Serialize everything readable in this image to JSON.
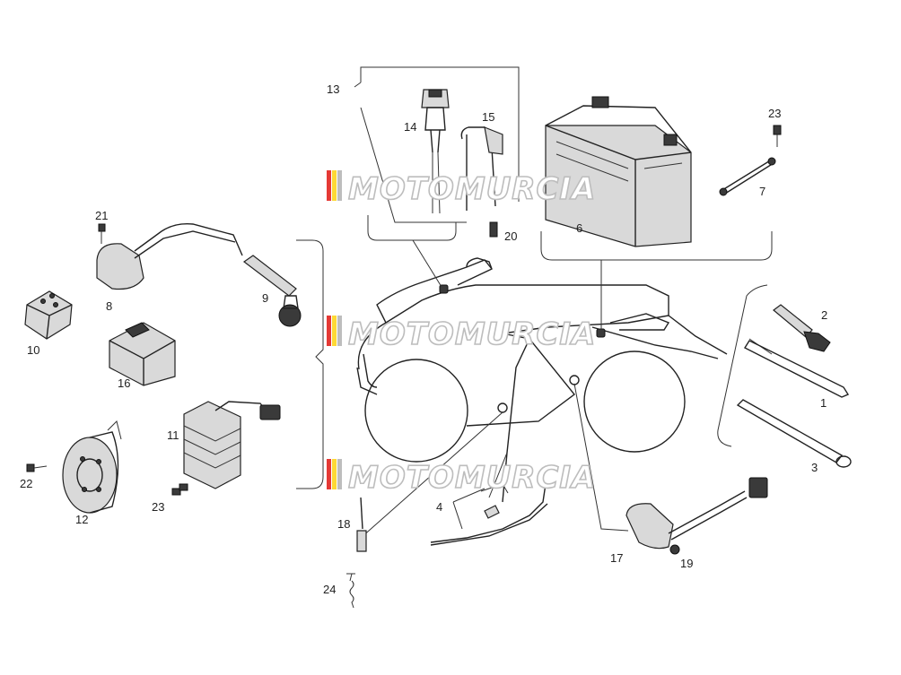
{
  "watermark": {
    "text": "MOTOMURCIA",
    "stripe_colors": [
      "#e53935",
      "#fdd835",
      "#bdbdbd"
    ]
  },
  "callouts": [
    "1",
    "2",
    "3",
    "4",
    "6",
    "7",
    "8",
    "9",
    "10",
    "11",
    "12",
    "13",
    "14",
    "15",
    "16",
    "17",
    "18",
    "19",
    "20",
    "21",
    "22",
    "23",
    "24"
  ],
  "colors": {
    "line": "#222222",
    "background": "#ffffff"
  }
}
